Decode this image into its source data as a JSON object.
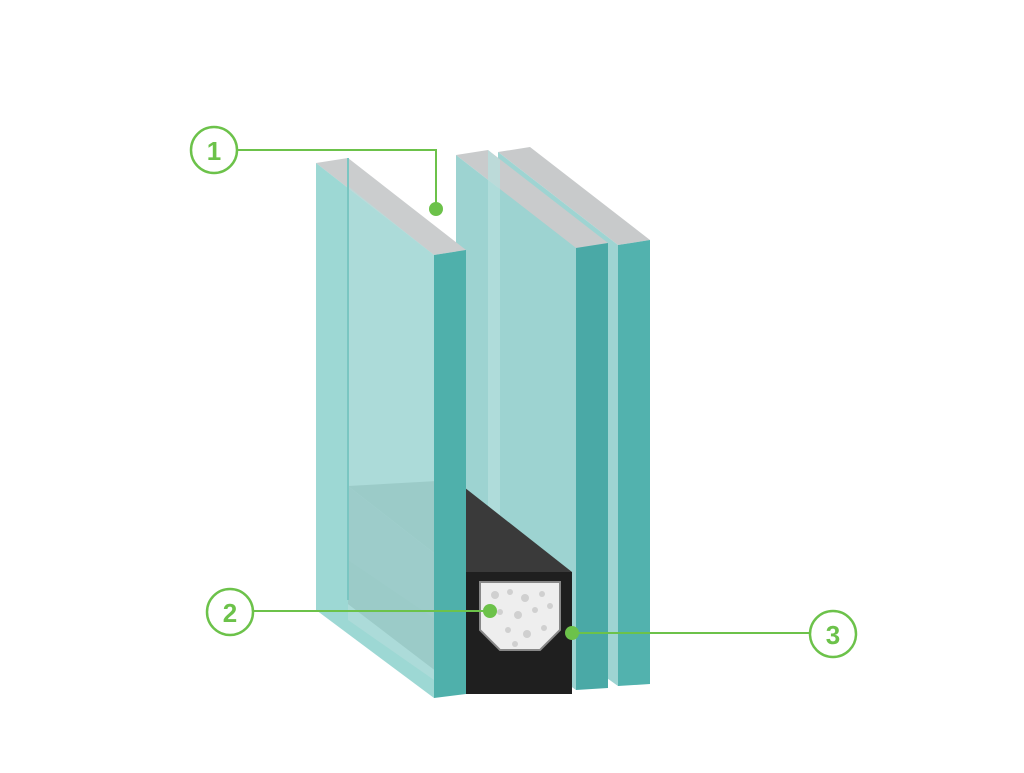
{
  "diagram": {
    "callouts": [
      {
        "id": "callout-1",
        "label": "1"
      },
      {
        "id": "callout-2",
        "label": "2"
      },
      {
        "id": "callout-3",
        "label": "3"
      }
    ]
  },
  "colors": {
    "accent": "#6cc24a",
    "glass_face": "#a3d8d6",
    "glass_edge": "#4fb2ae",
    "glass_top": "#c9cbcc",
    "spacer_dark": "#2a2a2a",
    "spacer_mid": "#5a5a5a",
    "desiccant": "#f2f2f2"
  },
  "icons": {
    "pane_outer": "glass-pane-icon",
    "spacer": "spacer-frame-icon",
    "desiccant": "desiccant-icon"
  }
}
